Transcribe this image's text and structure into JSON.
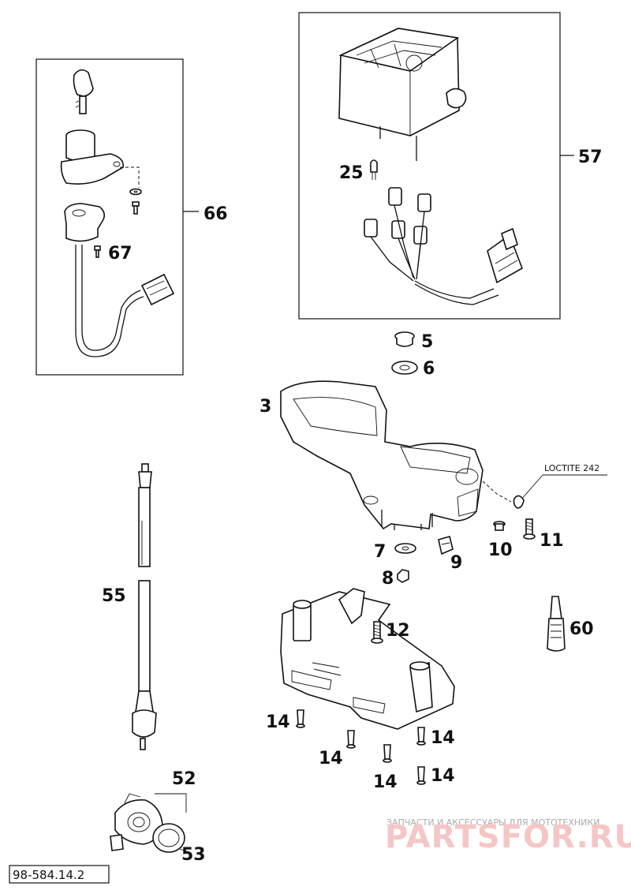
{
  "labels": {
    "l66": "66",
    "l67": "67",
    "l57": "57",
    "l25": "25",
    "l5": "5",
    "l6": "6",
    "l3": "3",
    "l7": "7",
    "l9": "9",
    "l8": "8",
    "l10": "10",
    "l11": "11",
    "l12": "12",
    "l60": "60",
    "l55": "55",
    "l14a": "14",
    "l14b": "14",
    "l14c": "14",
    "l14d": "14",
    "l14e": "14",
    "l52": "52",
    "l53": "53"
  },
  "note": "LOCTITE 242",
  "reference": "98-584.14.2",
  "watermark": {
    "line1": "ЗАПЧАСТИ И АКСЕССУАРЫ ДЛЯ МОТОТЕХНИКИ",
    "line2": "PARTSFOR.RU"
  }
}
